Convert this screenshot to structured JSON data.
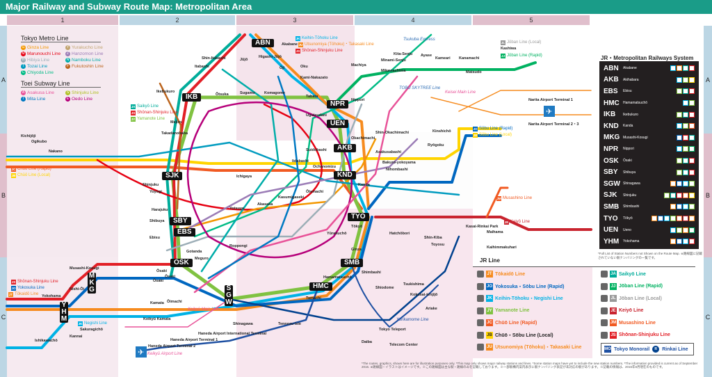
{
  "title": "Major Railway and Subway Route Map: Metropolitan Area",
  "columns": [
    "1",
    "2",
    "3",
    "4",
    "5"
  ],
  "rows": [
    "A",
    "B",
    "C"
  ],
  "metro_legend": {
    "heading": "Tokyo Metro Line",
    "items": [
      {
        "code": "G",
        "label": "Ginza Line",
        "color": "#f39700"
      },
      {
        "code": "Y",
        "label": "Yurakucho Line",
        "color": "#c1a470"
      },
      {
        "code": "M",
        "label": "Marunouchi Line",
        "color": "#e60012"
      },
      {
        "code": "Z",
        "label": "Hanzomon Line",
        "color": "#9b7cb6"
      },
      {
        "code": "H",
        "label": "Hibiya Line",
        "color": "#9caeb7"
      },
      {
        "code": "N",
        "label": "Namboku Line",
        "color": "#00ada9"
      },
      {
        "code": "T",
        "label": "Tozai Line",
        "color": "#009bbf"
      },
      {
        "code": "F",
        "label": "Fukutoshin Line",
        "color": "#bb641d"
      },
      {
        "code": "C",
        "label": "Chiyoda Line",
        "color": "#00bb85"
      }
    ]
  },
  "toei_legend": {
    "heading": "Toei Subway Line",
    "items": [
      {
        "code": "A",
        "label": "Asakusa Line",
        "color": "#e85298"
      },
      {
        "code": "S",
        "label": "Shinjuku Line",
        "color": "#b0c124"
      },
      {
        "code": "I",
        "label": "Mita Line",
        "color": "#0079c2"
      },
      {
        "code": "E",
        "label": "Oedo Line",
        "color": "#b6007a"
      }
    ]
  },
  "hubs": [
    {
      "code": "ABN"
    },
    {
      "code": "IKB"
    },
    {
      "code": "NPR"
    },
    {
      "code": "UEN"
    },
    {
      "code": "AKB"
    },
    {
      "code": "KND"
    },
    {
      "code": "SJK"
    },
    {
      "code": "SBY"
    },
    {
      "code": "EBS"
    },
    {
      "code": "TYO"
    },
    {
      "code": "SMB"
    },
    {
      "code": "HMC"
    },
    {
      "code": "OSK"
    },
    {
      "code": "SGW"
    },
    {
      "code": "MKG"
    },
    {
      "code": "YHM"
    }
  ],
  "stations": [
    "Akabane",
    "Higashi-Jūjō",
    "Jūjō",
    "Ōji",
    "Oku",
    "Kami-Nakazato",
    "Itabashi",
    "Shin-Itabashi",
    "Ikebukuro",
    "Ōtsuka",
    "Sugamo",
    "Komagome",
    "Nippori",
    "Uguisudani",
    "Okachimachi",
    "Kanda",
    "Tōkyō",
    "Yūrakuchō",
    "Shimbashi",
    "Hamamatsuchō",
    "Tamachi",
    "Shinagawa",
    "Ōsaki",
    "Gotanda",
    "Meguro",
    "Ebisu",
    "Shibuya",
    "Harajuku",
    "Yoyogi",
    "Shinjuku",
    "Takadanobaba",
    "Mejiro",
    "Yotsuya",
    "Ichigaya",
    "Iidabashi",
    "Suidobashi",
    "Ochanomizu",
    "Kita-Senju",
    "Minami-Senju",
    "Ayase",
    "Kameari",
    "Kanamachi",
    "Matsudo",
    "Kashiwa",
    "Mikawashima",
    "Machiya",
    "Kinshichō",
    "Ryōgoku",
    "Asakusabashi",
    "Bakuro-yokoyama",
    "Hatchōbori",
    "Shin-Kiba",
    "Maihama",
    "Kasai-Rinkai Park",
    "Kaihimmakuhari",
    "Nishi-Ōi",
    "Ōimachi",
    "Kamata",
    "Yokohama",
    "Sakuragichō",
    "Kannai",
    "Ishikawachō",
    "Musashi-Kosugi",
    "Nakano",
    "Ogikubo",
    "Kichijōji",
    "Ōsaki",
    "Tennozu Isle",
    "Tokyo Teleport",
    "Daiba",
    "Telecom Center",
    "Haneda Airport Terminal 1",
    "Haneda Airport Terminal 2",
    "Haneda Airport International Terminal",
    "Narita Airport Terminal 1",
    "Narita Airport Terminal 2・3",
    "Toyosu",
    "Shiodome",
    "Tsukishima",
    "Roppongi",
    "Akasaka",
    "Kasumigaseki",
    "Ōtemachi",
    "Nihombashi",
    "Ginza",
    "Keikyū Kamata",
    "Kokusai-tenjijō",
    "Ariake",
    "Shin-Okachimachi",
    "Tabata",
    "Ōsaki"
  ],
  "line_labels": [
    {
      "code": "JK",
      "label": "Keihin-Tōhoku Line",
      "color": "#00b2e5"
    },
    {
      "code": "JU",
      "label": "Utsunomiya (Tōhoku)・Takasaki Line",
      "color": "#f68b1e"
    },
    {
      "code": "JS",
      "label": "Shōnan-Shinjuku Line",
      "color": "#e21f26"
    },
    {
      "code": "JA",
      "label": "Saikyō Line",
      "color": "#00ac9a"
    },
    {
      "code": "JS",
      "label": "Shōnan-Shinjuku Line",
      "color": "#e21f26"
    },
    {
      "code": "JY",
      "label": "Yamanote Line",
      "color": "#80c241"
    },
    {
      "code": "JC",
      "label": "Chūō Line (Rapid)",
      "color": "#f15a22"
    },
    {
      "code": "JB",
      "label": "Chūō Line (Local)",
      "color": "#ffd400"
    },
    {
      "code": "JO",
      "label": "Sōbu Line (Rapid)",
      "color": "#0067c0"
    },
    {
      "code": "JB",
      "label": "Sōbu Line (Local)",
      "color": "#ffd400"
    },
    {
      "code": "JL",
      "label": "Jōban Line (Local)",
      "color": "#999999"
    },
    {
      "code": "JJ",
      "label": "Jōban Line (Rapid)",
      "color": "#00b261"
    },
    {
      "code": "JE",
      "label": "Keiyō Line",
      "color": "#c9242f"
    },
    {
      "code": "JM",
      "label": "Musashino Line",
      "color": "#f15a22"
    },
    {
      "code": "JS",
      "label": "Shōnan-Shinjuku Line",
      "color": "#e21f26"
    },
    {
      "code": "JO",
      "label": "Yokosuka Line",
      "color": "#0067c0"
    },
    {
      "code": "JT",
      "label": "Tōkaidō Line",
      "color": "#f68b1e"
    },
    {
      "code": "JK",
      "label": "Negishi Line",
      "color": "#00b2e5"
    },
    {
      "code": "",
      "label": "Tsukuba Express",
      "color": "#2e6db4"
    },
    {
      "code": "",
      "label": "TOBU SKYTREE Line",
      "color": "#2e6db4"
    },
    {
      "code": "",
      "label": "Keisei Main Line",
      "color": "#e85298"
    },
    {
      "code": "",
      "label": "Keikyū Airport Line",
      "color": "#e85298"
    },
    {
      "code": "",
      "label": "Keikyū Main Line",
      "color": "#e85298"
    },
    {
      "code": "",
      "label": "Yurikamome Line",
      "color": "#1e50a2"
    }
  ],
  "jr_system": {
    "heading": "JR・Metropolitan Railways System",
    "rows": [
      {
        "code": "ABN",
        "name": "Akabane",
        "nums": [
          "#00b2e5",
          "#f68b1e",
          "#00ac9a",
          "#e21f26"
        ]
      },
      {
        "code": "AKB",
        "name": "Akihabara",
        "nums": [
          "#00b2e5",
          "#80c241",
          "#ffd400"
        ]
      },
      {
        "code": "EBS",
        "name": "Ebisu",
        "nums": [
          "#80c241",
          "#00ac9a",
          "#e21f26"
        ]
      },
      {
        "code": "HMC",
        "name": "Hamamatsuchō",
        "nums": [
          "#00b2e5",
          "#80c241"
        ]
      },
      {
        "code": "IKB",
        "name": "Ikebukuro",
        "nums": [
          "#80c241",
          "#00ac9a",
          "#e21f26"
        ]
      },
      {
        "code": "KND",
        "name": "Kanda",
        "nums": [
          "#00b2e5",
          "#80c241",
          "#f15a22"
        ]
      },
      {
        "code": "MKG",
        "name": "Musashi-Kosugi",
        "nums": [
          "#0067c0",
          "#e21f26",
          "#00ac9a"
        ]
      },
      {
        "code": "NPR",
        "name": "Nippori",
        "nums": [
          "#00b2e5",
          "#80c241",
          "#00b261"
        ]
      },
      {
        "code": "OSK",
        "name": "Ōsaki",
        "nums": [
          "#80c241",
          "#00ac9a",
          "#e21f26"
        ]
      },
      {
        "code": "SBY",
        "name": "Shibuya",
        "nums": [
          "#80c241",
          "#00ac9a",
          "#e21f26"
        ]
      },
      {
        "code": "SGW",
        "name": "Shinagawa",
        "nums": [
          "#f68b1e",
          "#0067c0",
          "#00b2e5",
          "#80c241"
        ]
      },
      {
        "code": "SJK",
        "name": "Shinjuku",
        "nums": [
          "#80c241",
          "#00ac9a",
          "#e21f26",
          "#f15a22",
          "#ffd400"
        ]
      },
      {
        "code": "SMB",
        "name": "Shimbashi",
        "nums": [
          "#f68b1e",
          "#0067c0",
          "#00b2e5",
          "#80c241"
        ]
      },
      {
        "code": "TYO",
        "name": "Tōkyō",
        "nums": [
          "#f68b1e",
          "#0067c0",
          "#00b2e5",
          "#80c241",
          "#f15a22",
          "#c9242f",
          "#f68b1e"
        ]
      },
      {
        "code": "UEN",
        "name": "Ueno",
        "nums": [
          "#00b2e5",
          "#80c241",
          "#f68b1e",
          "#00b261"
        ]
      },
      {
        "code": "YHM",
        "name": "Yokohama",
        "nums": [
          "#f68b1e",
          "#0067c0",
          "#00b2e5",
          "#e21f26"
        ]
      }
    ],
    "note": "*Full List of Station Numbers not Shown on the Route Map. ※路線図に記載されていない駅ナンバリングの一覧です。"
  },
  "jr_legend": {
    "heading": "JR Line",
    "items": [
      {
        "code": "JT",
        "label": "Tōkaidō Line",
        "color": "#f68b1e"
      },
      {
        "code": "JO",
        "label": "Yokosuka・Sōbu Line (Rapid)",
        "color": "#0067c0"
      },
      {
        "code": "JK",
        "label": "Keihin-Tōhoku・Negishi Line",
        "color": "#00b2e5"
      },
      {
        "code": "JY",
        "label": "Yamanote Line",
        "color": "#80c241"
      },
      {
        "code": "JC",
        "label": "Chūō Line (Rapid)",
        "color": "#f15a22"
      },
      {
        "code": "JB",
        "label": "Chūō・Sōbu Line (Local)",
        "color": "#ffd400"
      },
      {
        "code": "JU",
        "label": "Utsunomiya (Tōhoku)・Takasaki Line",
        "color": "#f68b1e"
      },
      {
        "code": "JA",
        "label": "Saikyō Line",
        "color": "#00ac9a"
      },
      {
        "code": "JJ",
        "label": "Jōban Line (Rapid)",
        "color": "#00b261"
      },
      {
        "code": "JL",
        "label": "Jōban Line (Local)",
        "color": "#999999"
      },
      {
        "code": "JE",
        "label": "Keiyō Line",
        "color": "#c9242f"
      },
      {
        "code": "JM",
        "label": "Musashino Line",
        "color": "#f15a22"
      },
      {
        "code": "JS",
        "label": "Shōnan-Shinjuku Line",
        "color": "#e21f26"
      }
    ],
    "monorail": {
      "code": "MO",
      "label": "Tokyo Monorail"
    },
    "rinkai": {
      "code": "R",
      "label": "Rinkai Line"
    }
  },
  "footnote": "*The routes, graphics, shown here are for illustration purposes only. *This map only shows major railway stations and lines. *Some station maps have yet to include the new station numbers. *The information provided is current as of September 2016. ※路線図・イラストはイメージです。※この路線図は主な駅・路線のみを記載しております。※一部駅構内案内表示に駅ナンバリング表記が未対応の駅があります。※記載の情報は、2016年9月現在のものです。"
}
